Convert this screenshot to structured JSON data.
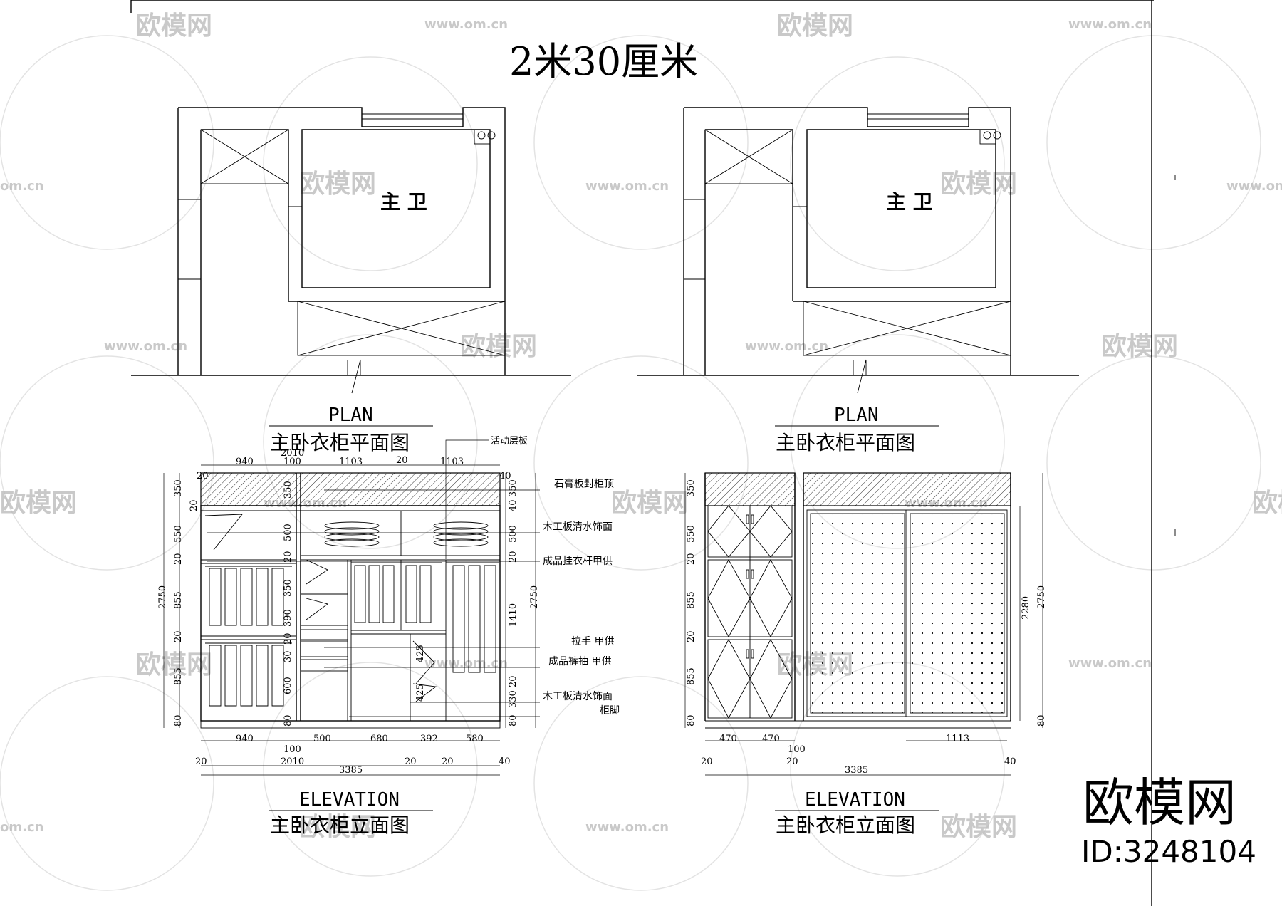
{
  "title": "2米30厘米",
  "watermark": {
    "brand": "欧模网",
    "url": "www.om.cn",
    "url_short": "om.cn",
    "brand_partial": "欧模网",
    "color": "#b8b8b8"
  },
  "corner_logo": {
    "brand": "欧模网",
    "id_text": "ID:3248104"
  },
  "plans": [
    {
      "room_label": "主   卫",
      "caption_en": "PLAN",
      "caption_cn": "主卧衣柜平面图"
    },
    {
      "room_label": "主   卫",
      "caption_en": "PLAN",
      "caption_cn": "主卧衣柜平面图"
    }
  ],
  "elevations": [
    {
      "caption_en": "ELEVATION",
      "caption_cn": "主卧衣柜立面图"
    },
    {
      "caption_en": "ELEVATION",
      "caption_cn": "主卧衣柜立面图"
    }
  ],
  "elev1": {
    "callout_top": "活动层板",
    "callouts": [
      "石膏板封柜顶",
      "木工板清水饰面",
      "成品挂衣杆甲供",
      "拉手  甲供",
      "成品裤抽  甲供",
      "木工板清水饰面",
      "柜脚"
    ],
    "top_dims": [
      "940",
      "2010",
      "100",
      "1103",
      "20",
      "1103",
      "40"
    ],
    "top_dim_extra": "20",
    "left_dims": [
      "350",
      "20",
      "550",
      "20",
      "855",
      "20",
      "855",
      "80"
    ],
    "left_total": "2750",
    "inner_dims": [
      "350",
      "500",
      "20",
      "350",
      "390",
      "20",
      "30",
      "600",
      "80"
    ],
    "mid_dims": [
      "425",
      "425"
    ],
    "right_dims": [
      "350",
      "40",
      "500",
      "20",
      "1410",
      "20",
      "330",
      "80"
    ],
    "right_total": "2750",
    "bottom_row1": [
      "940",
      "500",
      "680",
      "392",
      "580"
    ],
    "bottom_row1b": "100",
    "bottom_row2": [
      "20",
      "2010",
      "20",
      "20",
      "40"
    ],
    "bottom_total": "3385"
  },
  "elev2": {
    "left_dims": [
      "350",
      "550",
      "20",
      "855",
      "20",
      "855",
      "80"
    ],
    "right_inner": "2280",
    "right_total": "2750",
    "right_bottom": "80",
    "bottom_row1": [
      "470",
      "470",
      "1113"
    ],
    "bottom_row1b": "100",
    "bottom_row2": [
      "20",
      "20",
      "40"
    ],
    "bottom_total": "3385"
  }
}
